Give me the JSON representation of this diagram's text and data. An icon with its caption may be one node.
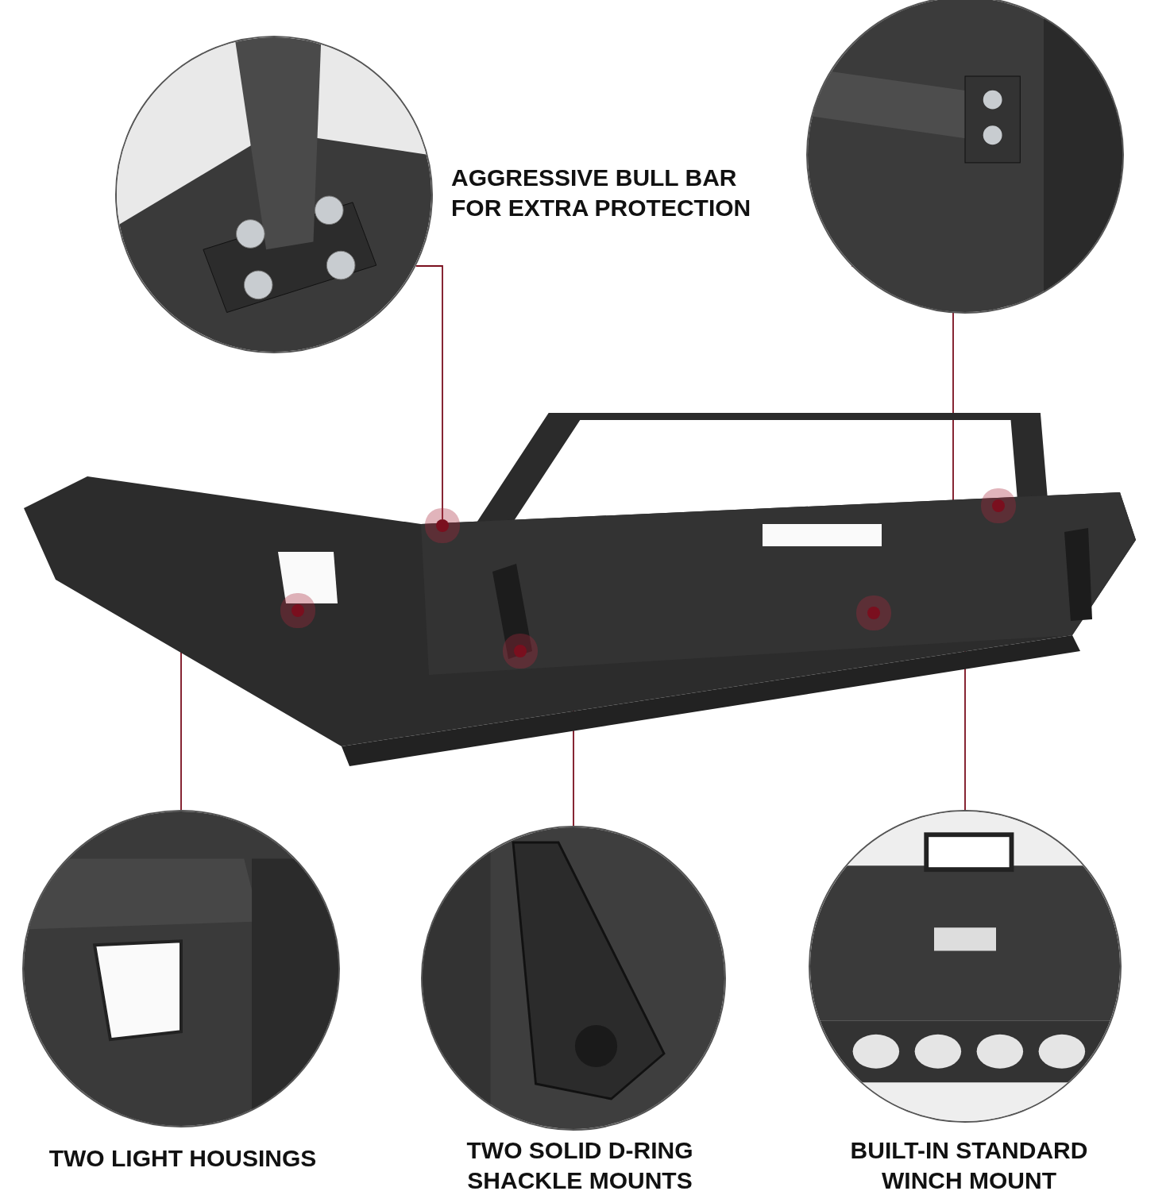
{
  "diagram": {
    "nodes": [
      {
        "text": [],
        "shape": "picture"
      },
      {
        "text": [],
        "shape": "picture"
      },
      {
        "text": [],
        "shape": "picture"
      },
      {
        "text": [],
        "shape": "picture",
        "beside": [
          "TWO LIGHT HOUSINGS"
        ]
      },
      {
        "text": [],
        "shape": "picture",
        "beside": [
          "TWO SOLID D-RING SHACKLE MOUNTS"
        ]
      },
      {
        "text": [],
        "shape": "picture",
        "beside": [
          "BUILT-IN STANDARD WINCH MOUNT"
        ]
      },
      {
        "text": [],
        "shape": "circle",
        "in": 0
      },
      {
        "text": [],
        "shape": "circle",
        "in": 0
      },
      {
        "text": [],
        "shape": "circle",
        "in": 0
      },
      {
        "text": [],
        "shape": "circle",
        "in": 0
      },
      {
        "text": [],
        "shape": "circle",
        "in": 0
      }
    ],
    "edges": [
      {
        "from": 6,
        "to": 1,
        "arrow": "none"
      },
      {
        "from": 7,
        "to": 2,
        "arrow": "none"
      },
      {
        "from": 8,
        "to": 3,
        "arrow": "none"
      },
      {
        "from": 9,
        "to": 4,
        "arrow": "none"
      },
      {
        "from": 10,
        "to": 5,
        "arrow": "none"
      }
    ],
    "labels": [
      "AGGRESSIVE BULL BAR FOR EXTRA PROTECTION"
    ]
  }
}
